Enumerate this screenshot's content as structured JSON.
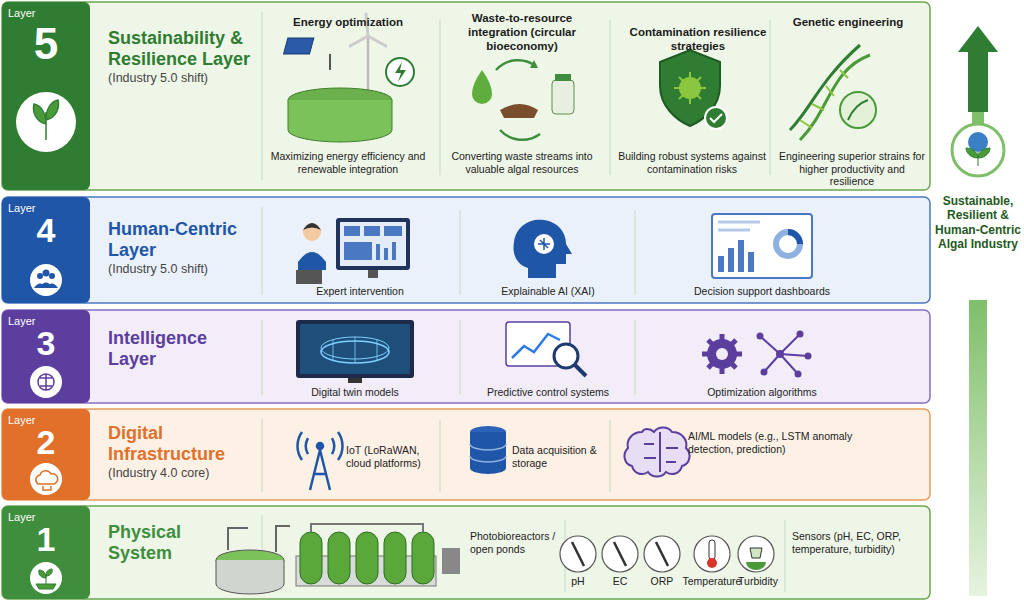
{
  "diagram": {
    "nodes": [
      {
        "text": [
          "Layer",
          "5",
          "Sustainability & Resilience Layer",
          "(Industry 5.0 shift)"
        ]
      },
      {
        "text": [
          "Layer",
          "4",
          "Human-Centric Layer",
          "(Industry 5.0 shift)"
        ]
      },
      {
        "text": [
          "Layer",
          "3",
          "Intelligence Layer"
        ]
      },
      {
        "text": [
          "Layer",
          "2",
          "Digital Infrastructure",
          "(Industry 4.0 core)"
        ]
      },
      {
        "text": [
          "Layer",
          "1",
          "Physical System"
        ]
      }
    ],
    "labels": [
      "Energy optimization",
      "Waste-to-resource integration (circular bioeconomy)",
      "Contamination resilience strategies",
      "Genetic engineering",
      "Maximizing energy efficiency and renewable integration",
      "Converting waste streams into valuable algal resources",
      "Building robust systems against contamination risks",
      "Engineering superior strains for higher productivity and resilience",
      "Expert intervention",
      "Explainable AI (XAI)",
      "Decision support dashboards",
      "Digital twin models",
      "Predictive control systems",
      "Optimization algorithms",
      "IoT (LoRaWAN, cloud platforms)",
      "Data acquisition & storage",
      "AI/ML models (e.g., LSTM anomaly detection, prediction)",
      "Photobioreactors / open ponds",
      "pH",
      "EC",
      "ORP",
      "Temperature",
      "Turbidity",
      "Sensors (pH, EC, ORP, temperature, turbidity)",
      "Sustainable, Resilient & Human-Centric Algal Industry"
    ]
  }
}
